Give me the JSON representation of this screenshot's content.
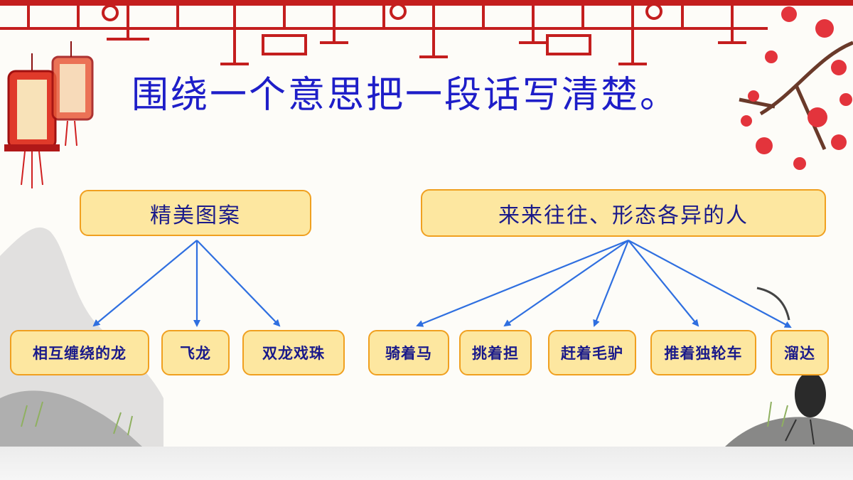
{
  "title": "围绕一个意思把一段话写清楚。",
  "left_group": {
    "topic": "精美图案",
    "items": [
      "相互缠绕的龙",
      "飞龙",
      "双龙戏珠"
    ]
  },
  "right_group": {
    "topic": "来来往往、形态各异的人",
    "items": [
      "骑着马",
      "挑着担",
      "赶着毛驴",
      "推着独轮车",
      "溜达"
    ]
  },
  "colors": {
    "title": "#1e1ec8",
    "box_fill": "#fde7a0",
    "box_border": "#f0a020",
    "box_text": "#1a1a8a",
    "arrow": "#2f6fe0"
  },
  "decorations": [
    "lattice-border",
    "red-lantern",
    "plum-blossom-branch",
    "ink-mountain",
    "crane"
  ]
}
